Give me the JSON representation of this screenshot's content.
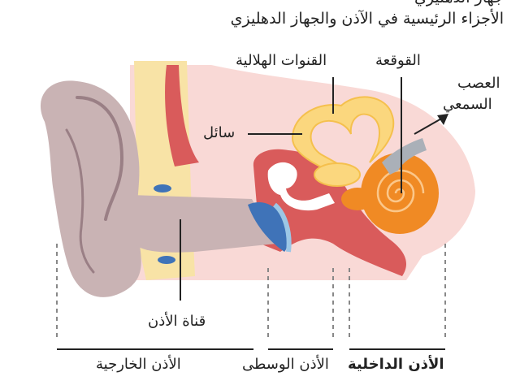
{
  "title_partial": "جهاز الدهليزي",
  "subtitle": "الأجزاء الرئيسية في الآذن والجهاز الدهليزي",
  "labels": {
    "semicircular_canals": "القنوات الهلالية",
    "cochlea": "القوقعة",
    "auditory_nerve_line1": "العصب",
    "auditory_nerve_line2": "السمعي",
    "fluid": "سائل",
    "ear_canal": "قناة الأذن"
  },
  "sections": {
    "outer_ear": "الأذن الخارجية",
    "middle_ear": "الأذن الوسطى",
    "inner_ear": "الأذن الداخلية"
  },
  "colors": {
    "outer_ear": "#c9b3b4",
    "skin": "#f9d9d6",
    "bone": "#f8e3a6",
    "middle_ear": "#d95b5b",
    "eardrum": "#3f73b8",
    "semicircular": "#fbd77e",
    "cochlea": "#f08a24",
    "nerve_arrow": "#aab0b8",
    "lines": "#222222",
    "dashes": "#888888"
  }
}
